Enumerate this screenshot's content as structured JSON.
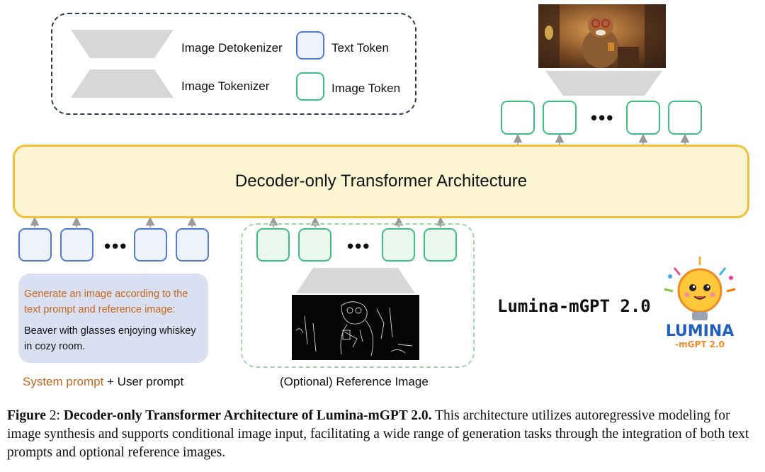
{
  "legend": {
    "detokenizer_label": "Image Detokenizer",
    "tokenizer_label": "Image Tokenizer",
    "text_token_label": "Text Token",
    "image_token_label": "Image Token"
  },
  "transformer": {
    "label": "Decoder-only Transformer Architecture"
  },
  "token_ellipsis": "•••",
  "prompt": {
    "system_text": "Generate an image according to the text prompt and reference image:",
    "user_text": "Beaver with glasses enjoying whiskey in cozy room."
  },
  "labels": {
    "system_prompt": "System prompt",
    "plus_user_prompt": " + User prompt",
    "reference_image": "(Optional) Reference Image"
  },
  "brand": {
    "title": "Lumina-mGPT 2.0",
    "logo_word": "LUMINA",
    "logo_sub": "-mGPT 2.0"
  },
  "caption": {
    "figure_label": "Figure",
    "figure_number": "2:",
    "bold_title": "Decoder-only Transformer Architecture of Lumina-mGPT 2.0.",
    "body": "This architecture utilizes autoregressive modeling for image synthesis and supports conditional image input, facilitating a wide range of generation tasks through the integration of both text prompts and optional reference images."
  },
  "colors": {
    "text_token": "#4f7bd6",
    "image_token": "#3fbf7f",
    "transformer_fill": "#fdf5d2",
    "transformer_border": "#efc13a",
    "system_prompt": "#c8651b",
    "legend_border": "#2f3b52"
  }
}
